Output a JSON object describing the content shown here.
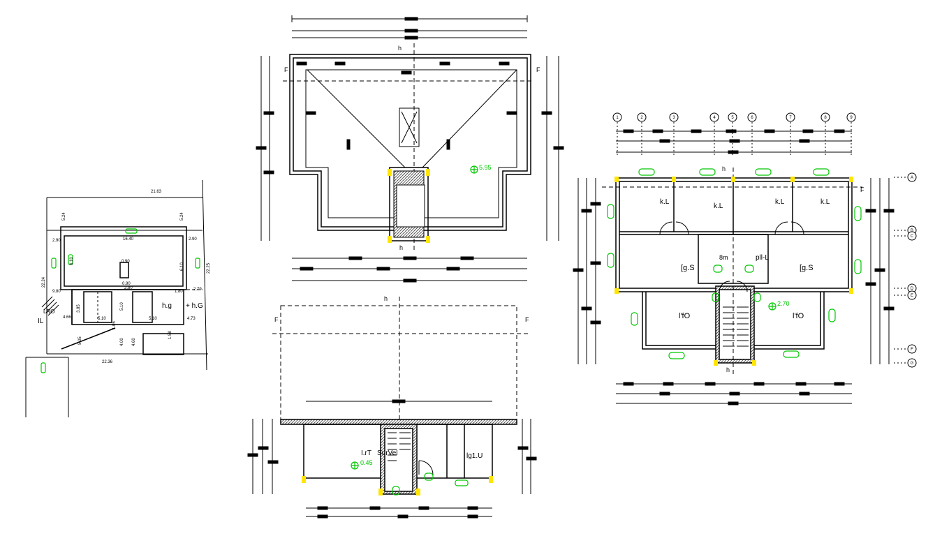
{
  "colors": {
    "line": "#000000",
    "accent_green": "#00c800",
    "accent_yellow": "#ffe600",
    "hatch": "#555555",
    "background": "#ffffff"
  },
  "site_plan": {
    "dims": [
      "21.63",
      "5.24",
      "5.24",
      "2.90",
      "16.40",
      "2.90",
      "6.10",
      "6.10",
      "0.90",
      "0.90",
      "22.24",
      "22.25",
      "9.80",
      "2.80",
      "1.80",
      "2.79",
      "3.85",
      "5.10",
      "5.10",
      "4.66",
      "5.10",
      "4.73",
      "1.05",
      "4.00",
      "4.60",
      "5.05",
      "1.58",
      "22.36"
    ],
    "labels": {
      "room_a": "h.g",
      "room_b": "+ h.G",
      "entry": "IL",
      "wc": "LRO"
    }
  },
  "roof_plan": {
    "level": "5.95",
    "section_marker": "h",
    "section_marker_bottom": "h",
    "side_marker_left": "F",
    "side_marker_right": "F"
  },
  "ground_plan": {
    "level": "0.45",
    "section_marker": "h",
    "side_marker_left": "F",
    "side_marker_right": "F",
    "room_labels": [
      "I.rT",
      "SurVel",
      "lg1.U"
    ]
  },
  "floor_plan": {
    "level": "2.70",
    "grid_top": [
      "1",
      "2",
      "3",
      "4",
      "5",
      "6",
      "7",
      "8",
      "9"
    ],
    "grid_right": [
      "A",
      "B",
      "C",
      "D",
      "E",
      "F",
      "G"
    ],
    "section_marker": "h",
    "section_marker_bottom": "h",
    "side_marker": "F",
    "room_labels": [
      "k.L",
      "k.L",
      "k.L",
      "k.L",
      "[g.S",
      "[g.S",
      "l'fO",
      "l'fO",
      "pll-L",
      "8m"
    ]
  }
}
